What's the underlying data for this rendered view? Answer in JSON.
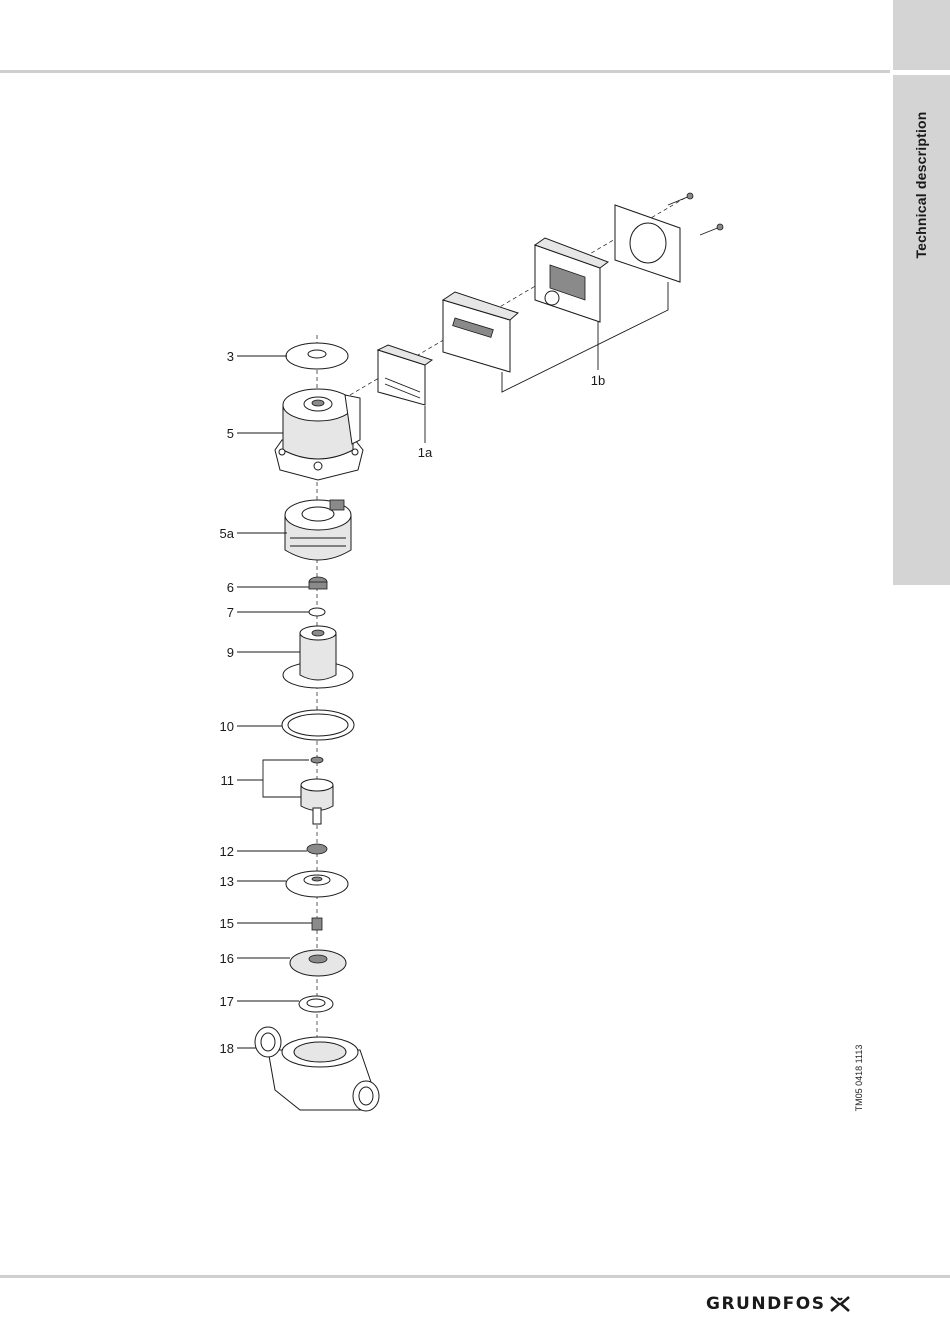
{
  "side_tab": {
    "label": "Technical description"
  },
  "drawing_id": "TM05 0418 1113",
  "brand": {
    "name": "GRUNDFOS"
  },
  "callouts": {
    "c3": "3",
    "c5": "5",
    "c5a": "5a",
    "c6": "6",
    "c7": "7",
    "c9": "9",
    "c10": "10",
    "c11": "11",
    "c12": "12",
    "c13": "13",
    "c15": "15",
    "c16": "16",
    "c17": "17",
    "c18": "18",
    "c1a": "1a",
    "c1b": "1b"
  }
}
